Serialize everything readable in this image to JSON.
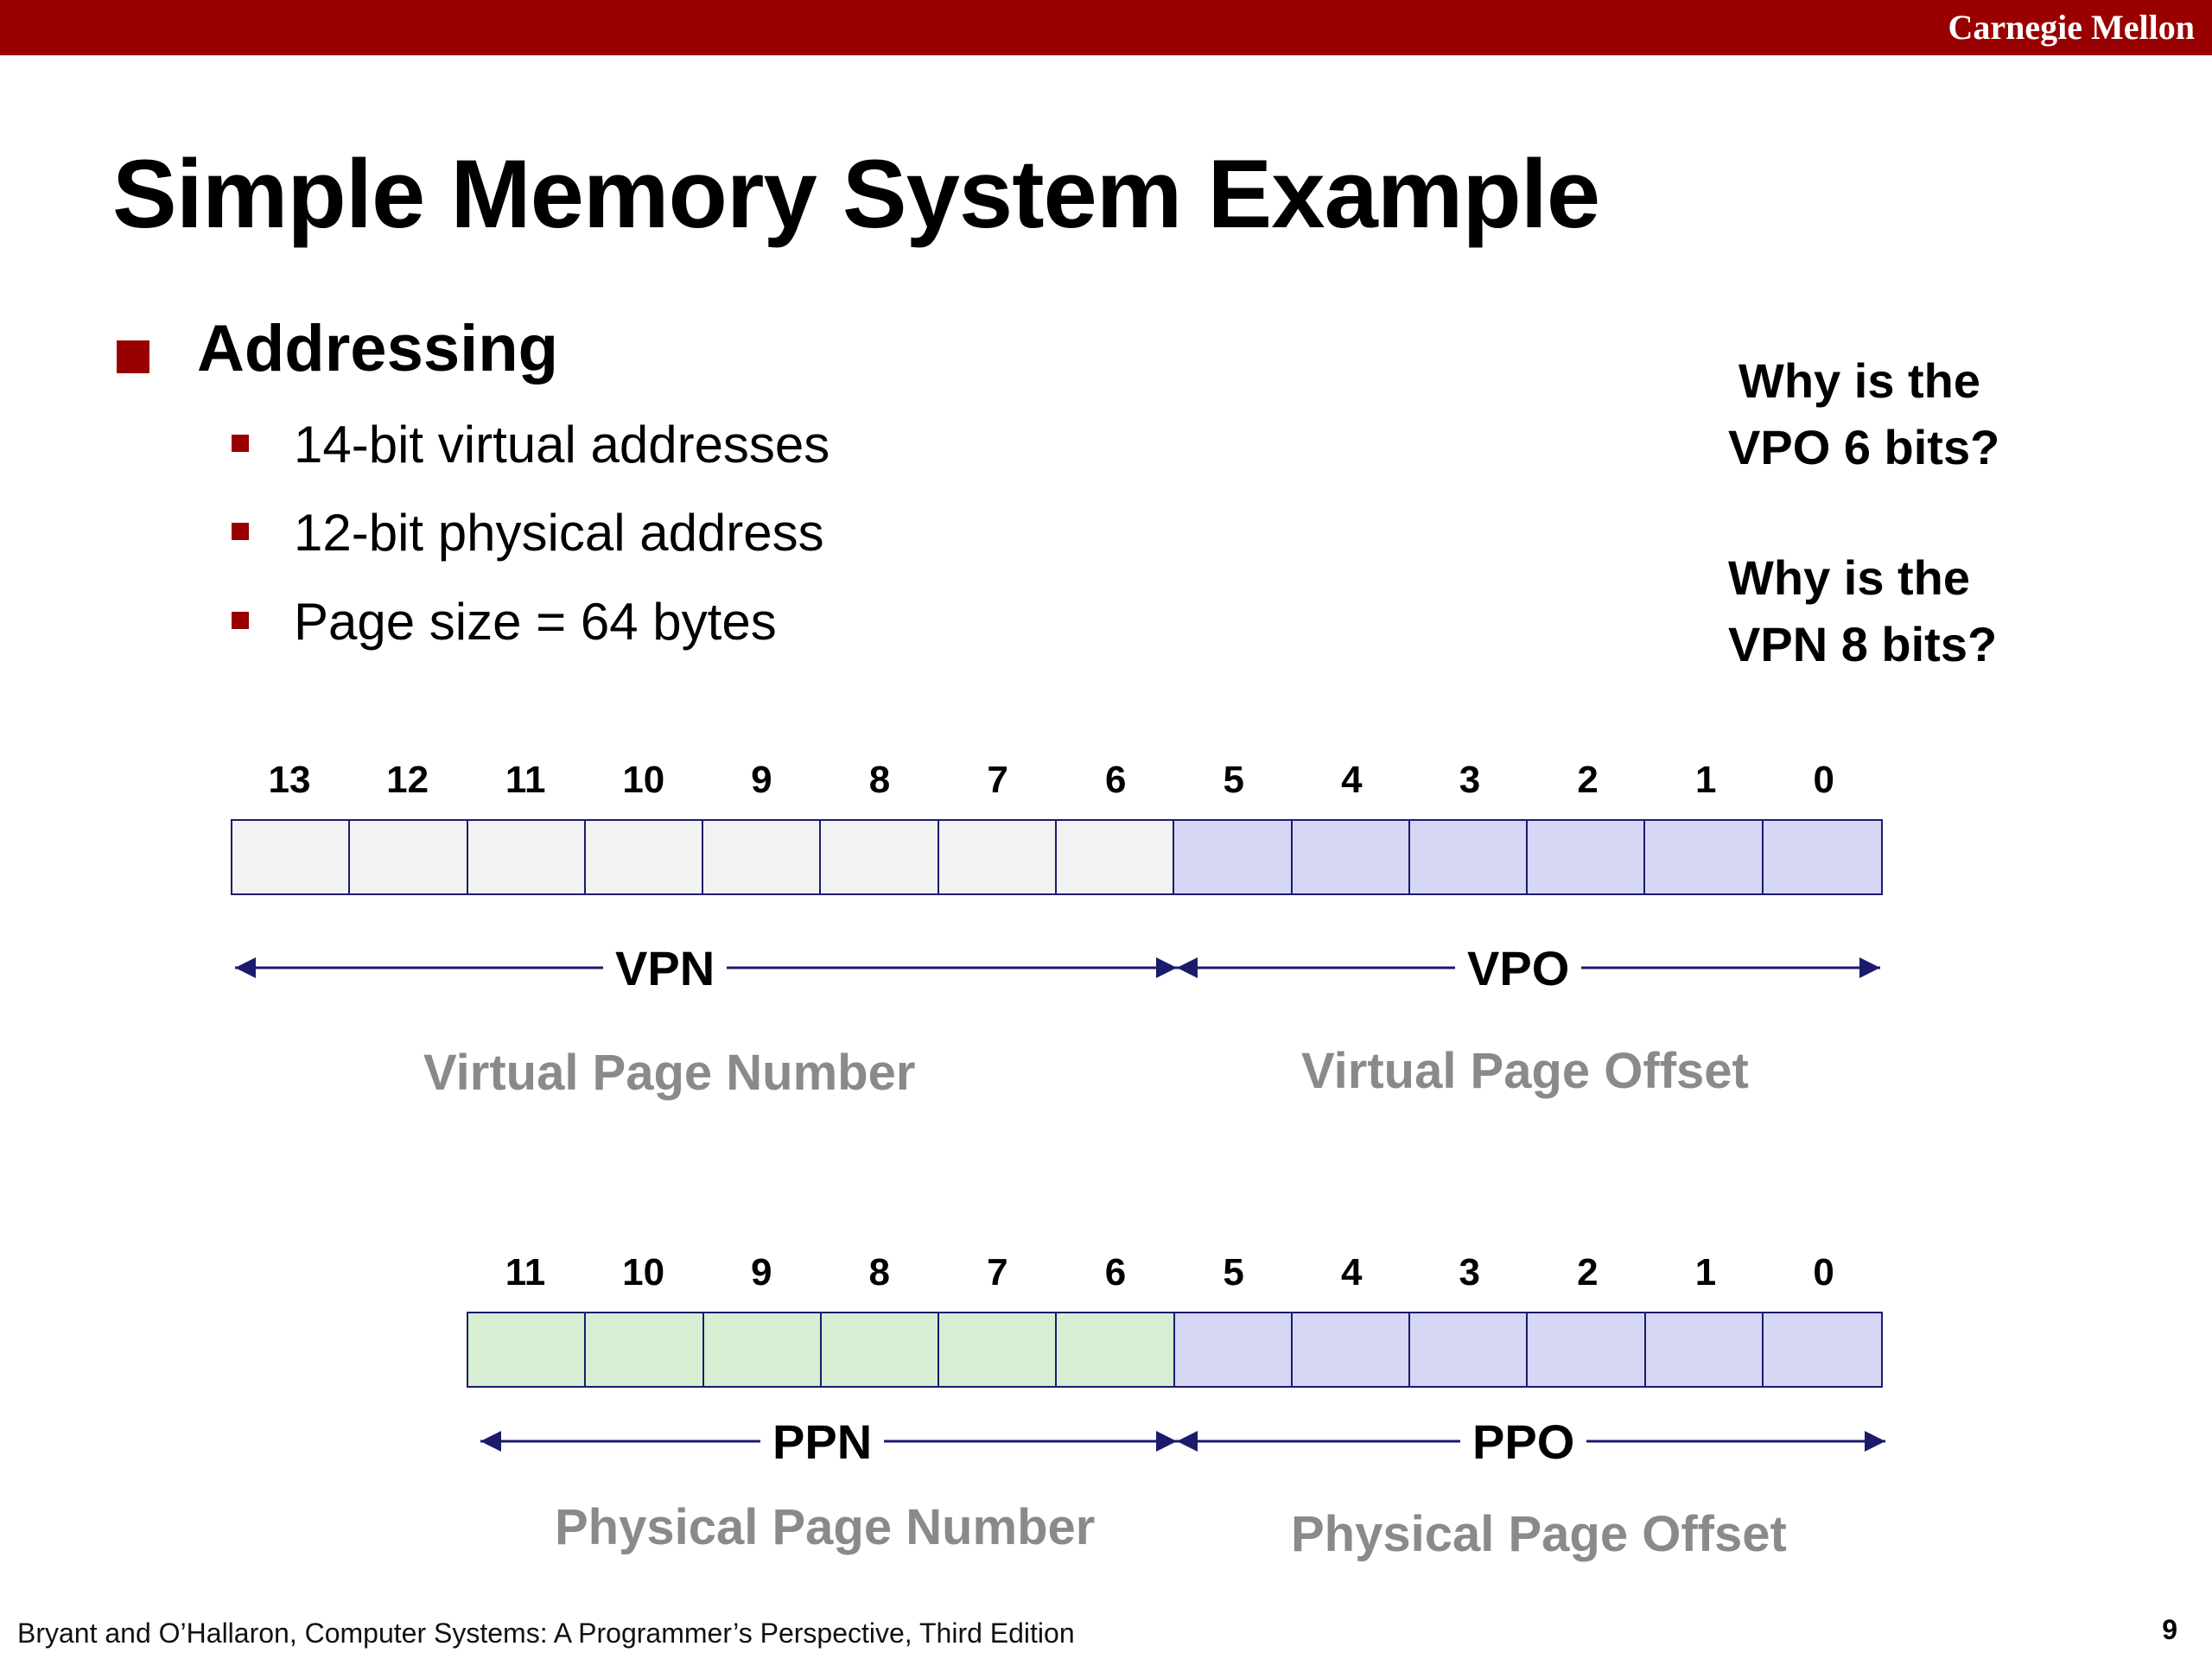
{
  "header": {
    "brand": "Carnegie Mellon"
  },
  "title": "Simple Memory System Example",
  "main_bullet": "Addressing",
  "sub_bullets": [
    "14-bit virtual addresses",
    "12-bit physical address",
    "Page size = 64 bytes"
  ],
  "questions": [
    {
      "line1": "Why is the",
      "line2": "VPO 6 bits?"
    },
    {
      "line1": "Why is the",
      "line2": "VPN 8 bits?"
    }
  ],
  "virtual": {
    "bits": [
      "13",
      "12",
      "11",
      "10",
      "9",
      "8",
      "7",
      "6",
      "5",
      "4",
      "3",
      "2",
      "1",
      "0"
    ],
    "vpn_label": "VPN",
    "vpo_label": "VPO",
    "vpn_name": "Virtual Page Number",
    "vpo_name": "Virtual Page Offset",
    "vpn_bit_count": 8,
    "vpo_bit_count": 6
  },
  "physical": {
    "bits": [
      "11",
      "10",
      "9",
      "8",
      "7",
      "6",
      "5",
      "4",
      "3",
      "2",
      "1",
      "0"
    ],
    "ppn_label": "PPN",
    "ppo_label": "PPO",
    "ppn_name": "Physical Page Number",
    "ppo_name": "Physical Page Offset",
    "ppn_bit_count": 6,
    "ppo_bit_count": 6
  },
  "colors": {
    "accent": "#990000",
    "vpn_cell": "#f2f2f2",
    "offset_cell": "#d6d6f5",
    "ppn_cell": "#d6efd3",
    "arrow": "#1b1b6b"
  },
  "footer": {
    "citation": "Bryant and O’Hallaron, Computer Systems: A Programmer’s Perspective, Third Edition",
    "page_number": "9"
  }
}
